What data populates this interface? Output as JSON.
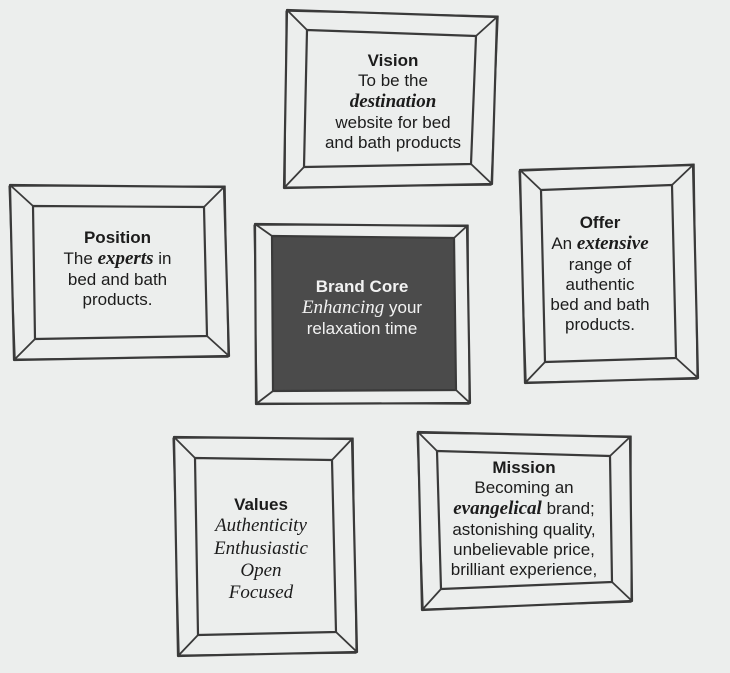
{
  "diagram": {
    "vision": {
      "title": "Vision",
      "lines": [
        {
          "parts": [
            {
              "text": "To be the",
              "style": "plain"
            }
          ]
        },
        {
          "parts": [
            {
              "text": "destination",
              "style": "em"
            }
          ]
        },
        {
          "parts": [
            {
              "text": "website for bed",
              "style": "plain"
            }
          ]
        },
        {
          "parts": [
            {
              "text": "and bath products",
              "style": "plain"
            }
          ]
        }
      ]
    },
    "position": {
      "title": "Position",
      "lines": [
        {
          "parts": [
            {
              "text": "The ",
              "style": "plain"
            },
            {
              "text": "experts",
              "style": "em"
            },
            {
              "text": " in",
              "style": "plain"
            }
          ]
        },
        {
          "parts": [
            {
              "text": "bed and bath",
              "style": "plain"
            }
          ]
        },
        {
          "parts": [
            {
              "text": "products.",
              "style": "plain"
            }
          ]
        }
      ]
    },
    "brand_core": {
      "title": "Brand Core",
      "lines": [
        {
          "parts": [
            {
              "text": "Enhancing",
              "style": "italic"
            },
            {
              "text": " your",
              "style": "plain"
            }
          ]
        },
        {
          "parts": [
            {
              "text": "relaxation time",
              "style": "plain"
            }
          ]
        }
      ]
    },
    "offer": {
      "title": "Offer",
      "lines": [
        {
          "parts": [
            {
              "text": "An ",
              "style": "plain"
            },
            {
              "text": "extensive",
              "style": "em"
            }
          ]
        },
        {
          "parts": [
            {
              "text": "range of",
              "style": "plain"
            }
          ]
        },
        {
          "parts": [
            {
              "text": "authentic",
              "style": "plain"
            }
          ]
        },
        {
          "parts": [
            {
              "text": "bed and bath",
              "style": "plain"
            }
          ]
        },
        {
          "parts": [
            {
              "text": "products.",
              "style": "plain"
            }
          ]
        }
      ]
    },
    "values": {
      "title": "Values",
      "lines": [
        {
          "parts": [
            {
              "text": "Authenticity",
              "style": "italic"
            }
          ]
        },
        {
          "parts": [
            {
              "text": "Enthusiastic",
              "style": "italic"
            }
          ]
        },
        {
          "parts": [
            {
              "text": "Open",
              "style": "italic"
            }
          ]
        },
        {
          "parts": [
            {
              "text": "Focused",
              "style": "italic"
            }
          ]
        }
      ]
    },
    "mission": {
      "title": "Mission",
      "lines": [
        {
          "parts": [
            {
              "text": "Becoming an",
              "style": "plain"
            }
          ]
        },
        {
          "parts": [
            {
              "text": "evangelical",
              "style": "em"
            },
            {
              "text": " brand;",
              "style": "plain"
            }
          ]
        },
        {
          "parts": [
            {
              "text": "astonishing quality,",
              "style": "plain"
            }
          ]
        },
        {
          "parts": [
            {
              "text": "unbelievable price,",
              "style": "plain"
            }
          ]
        },
        {
          "parts": [
            {
              "text": "brilliant experience,",
              "style": "plain"
            }
          ]
        }
      ]
    }
  },
  "colors": {
    "background": "#eceeed",
    "stroke": "#3a3a3a",
    "core_fill": "#4b4b4b",
    "text": "#1c1c1c",
    "core_text": "#f2f2f2"
  }
}
